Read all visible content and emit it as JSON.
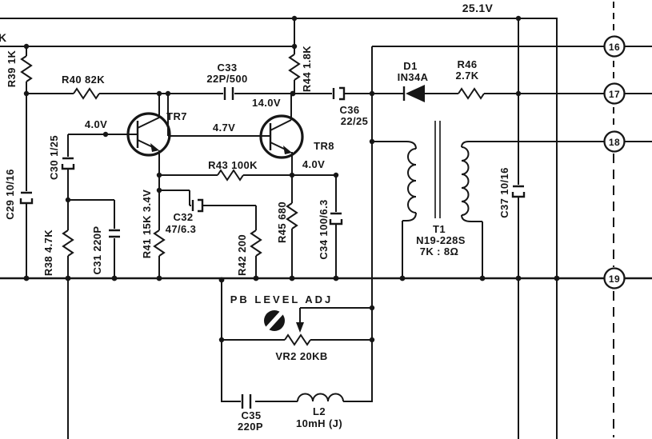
{
  "schematic": {
    "voltages": {
      "supply": "25.1V",
      "tr7_base": "4.0V",
      "tr8_base": "4.7V",
      "tr8_collector": "14.0V",
      "tr8_emitter": "4.0V"
    },
    "components": {
      "r38": "R38 4.7K",
      "r39": "R39 1K",
      "r40": "R40 82K",
      "r41": "R41 15K 3.4V",
      "r42": "R42 200",
      "r43": "R43 100K",
      "r44": "R44 1.8K",
      "r45": "R45 680",
      "r46": {
        "name": "R46",
        "value": "2.7K"
      },
      "c29": "C29 10/16",
      "c30": "C30 1/25",
      "c31": "C31 220P",
      "c32": {
        "name": "C32",
        "value": "47/6.3"
      },
      "c33": {
        "name": "C33",
        "value": "22P/500"
      },
      "c34": "C34 100/6.3",
      "c35": {
        "name": "C35",
        "value": "220P"
      },
      "c36": {
        "name": "C36",
        "value": "22/25"
      },
      "c37": "C37 10/16",
      "d1": {
        "name": "D1",
        "value": "IN34A"
      },
      "l2": {
        "name": "L2",
        "value": "10mH (J)"
      },
      "vr2": "VR2 20KB",
      "tr7": "TR7",
      "tr8": "TR8",
      "t1": {
        "name": "T1",
        "part": "N19-228S",
        "impedance": "7K : 8Ω"
      }
    },
    "annotations": {
      "pb_level_adj": "PB LEVEL ADJ",
      "edge_partial": "K"
    },
    "terminals": [
      {
        "label": "16"
      },
      {
        "label": "17"
      },
      {
        "label": "18"
      },
      {
        "label": "19"
      }
    ],
    "colors": {
      "ink": "#161616",
      "paper": "#ffffff"
    }
  }
}
